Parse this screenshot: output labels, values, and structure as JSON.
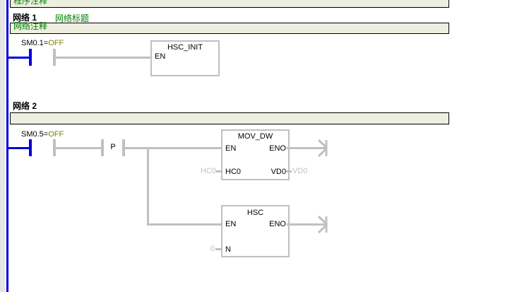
{
  "colors": {
    "power_flow_blue": "#0000e0",
    "wire_gray": "#c0c0c0",
    "comment_bar_bg": "#efefe1",
    "comment_text_green": "#008000",
    "state_text_olive": "#808000"
  },
  "program_comment_bar": {
    "text": "程序注释"
  },
  "network1": {
    "label": "网络 1",
    "title": "网络标题",
    "comment": "网络注释",
    "contact": {
      "operand": "SM0.1=",
      "state": "OFF"
    },
    "box": {
      "title": "HSC_INIT",
      "en_pin": "EN"
    }
  },
  "network2": {
    "label": "网络 2",
    "comment": "",
    "contact": {
      "operand": "SM0.5=",
      "state": "OFF"
    },
    "edge_contact": {
      "label": "P"
    },
    "mov_box": {
      "title": "MOV_DW",
      "en_pin": "EN",
      "eno_pin": "ENO",
      "in_pin": "HC0",
      "out_pin": "VD0",
      "in_operand": "HC0",
      "out_operand": "VD0"
    },
    "hsc_box": {
      "title": "HSC",
      "en_pin": "EN",
      "eno_pin": "ENO",
      "n_pin": "N",
      "n_operand": "0"
    }
  }
}
